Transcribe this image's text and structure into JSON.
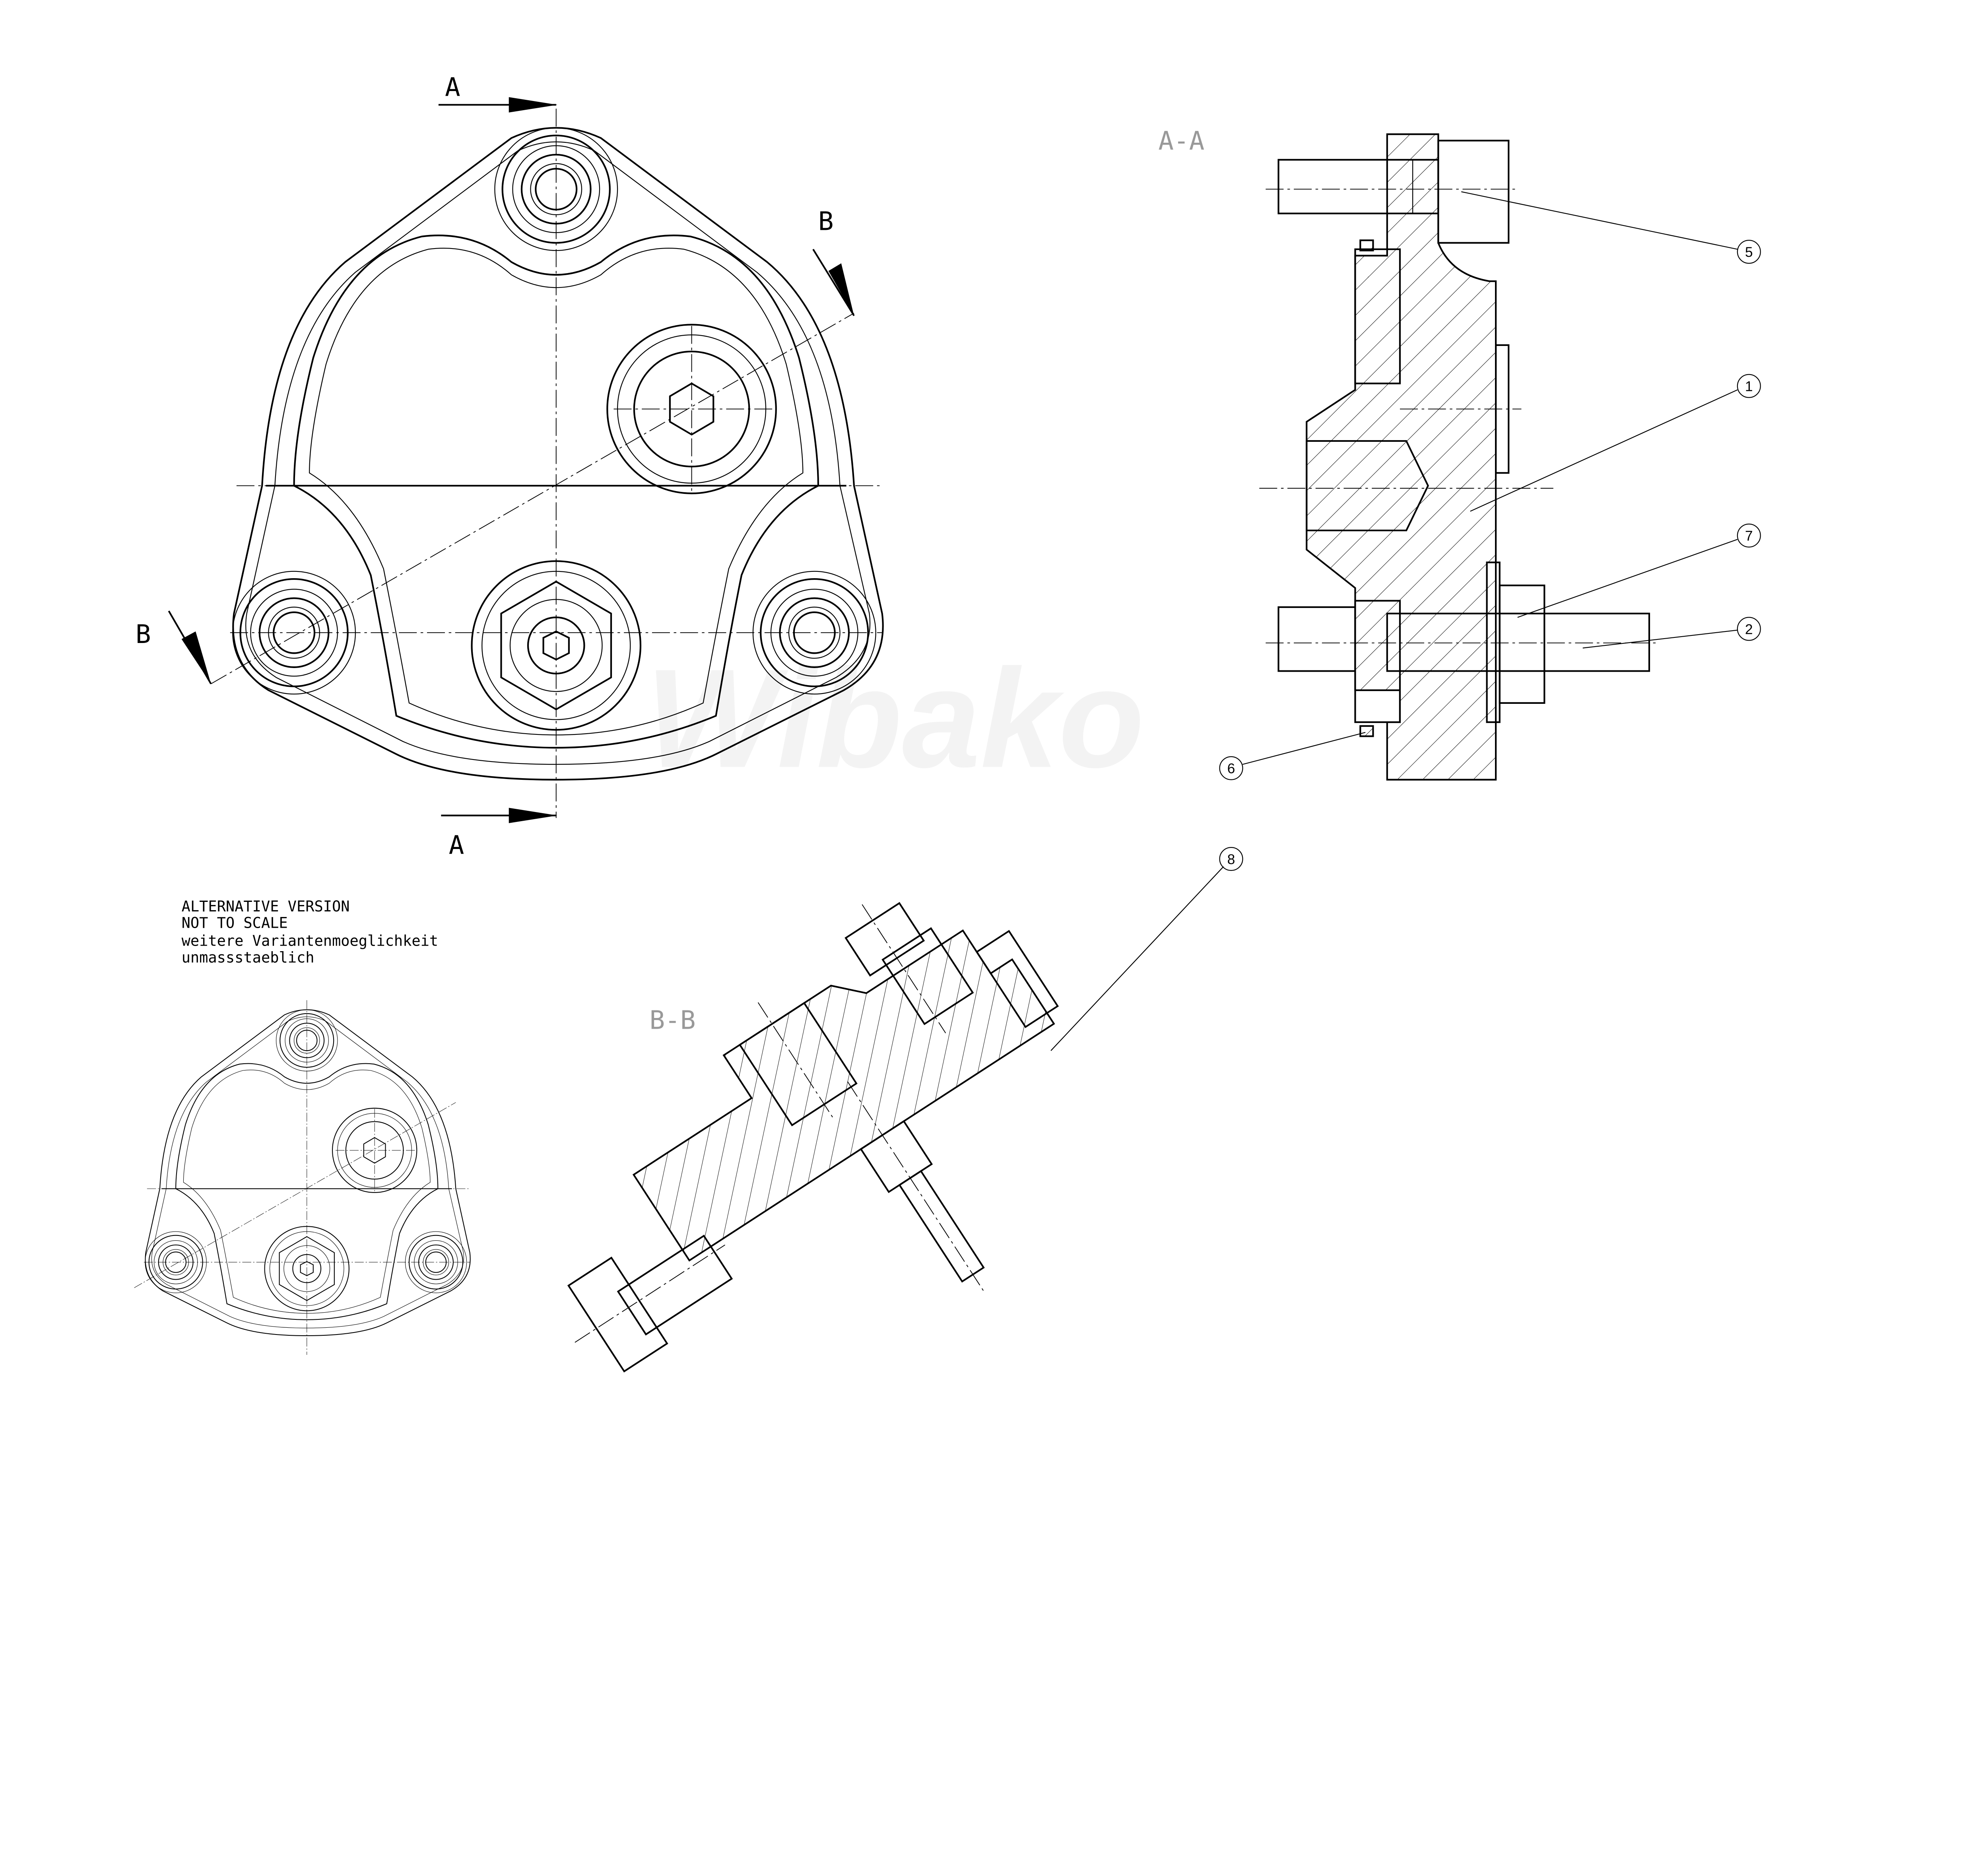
{
  "drawing": {
    "section_markers": {
      "a_top": "A",
      "a_bottom": "A",
      "b_top": "B",
      "b_bottom": "B"
    },
    "view_titles": {
      "section_aa": "A-A",
      "section_bb": "B-B"
    },
    "balloons": [
      "5",
      "1",
      "7",
      "2",
      "6",
      "8"
    ],
    "note_lines": [
      "ALTERNATIVE VERSION",
      "NOT TO SCALE",
      "weitere Variantenmoeglichkeit",
      "unmassstaeblich"
    ],
    "watermark": "Wibako"
  }
}
